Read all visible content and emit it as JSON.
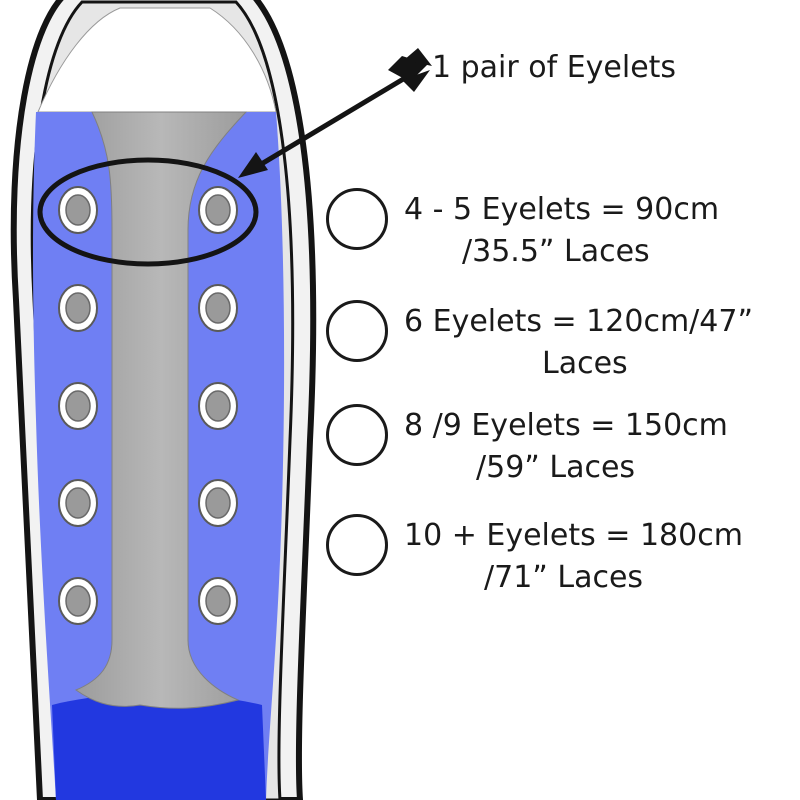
{
  "callout": {
    "label": "1 pair of Eyelets"
  },
  "options": [
    {
      "line1": "4 - 5 Eyelets = 90cm",
      "line2": "/35.5” Laces"
    },
    {
      "line1": "6 Eyelets = 120cm/47”",
      "line2": "Laces"
    },
    {
      "line1": "8 /9 Eyelets = 150cm",
      "line2": "/59” Laces"
    },
    {
      "line1": "10 + Eyelets = 180cm",
      "line2": "/71” Laces"
    }
  ],
  "colors": {
    "shoe_blue": "#6f7ff3",
    "toe_blue": "#2238e0",
    "tongue_gray": "#a6a6a6",
    "eyelet_gray": "#9a9a9a",
    "outline": "#141414"
  },
  "icons": {
    "arrow": "arrow-icon",
    "eyelet": "eyelet-icon"
  }
}
